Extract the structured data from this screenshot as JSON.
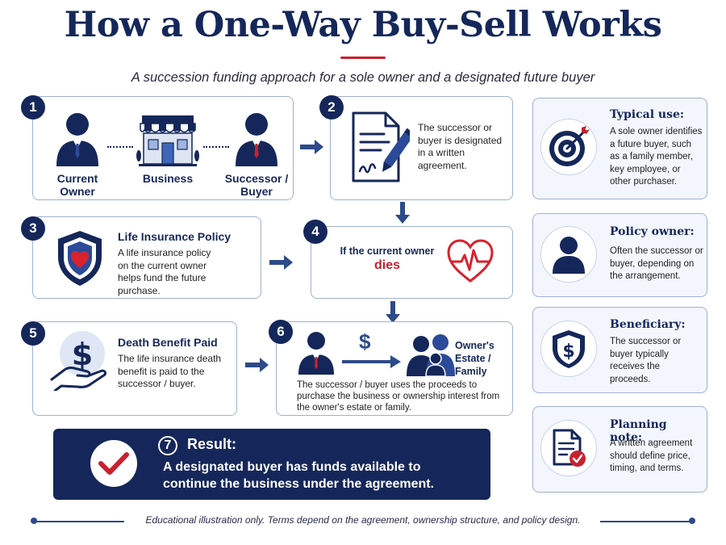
{
  "title": "How a One-Way Buy-Sell Works",
  "subtitle": "A succession funding approach for a sole owner and a designated future buyer",
  "steps": {
    "s1": {
      "number": "1",
      "owner_label": "Current Owner",
      "business_label": "Business",
      "buyer_label": "Successor / Buyer"
    },
    "s2": {
      "number": "2",
      "text": "The successor or buyer is designated in a written agreement."
    },
    "s3": {
      "number": "3",
      "heading": "Life Insurance Policy",
      "text": "A life insurance policy on the current owner helps fund the future purchase."
    },
    "s4": {
      "number": "4",
      "text_a": "If the current owner",
      "text_b": "dies"
    },
    "s5": {
      "number": "5",
      "heading": "Death Benefit Paid",
      "text": "The life insurance death benefit is paid to the successor / buyer."
    },
    "s6": {
      "number": "6",
      "estate_label": "Owner's Estate / Family",
      "dollar": "$",
      "text": "The successor / buyer uses the proceeds to purchase the business or ownership interest from the owner's estate or family."
    }
  },
  "result": {
    "number": "7",
    "heading": "Result:",
    "text": "A designated buyer has funds available to continue the business under the agreement."
  },
  "sidebar": [
    {
      "title": "Typical use:",
      "text": "A sole owner identifies a future buyer, such as a family member, key employee, or other purchaser.",
      "icon": "target-icon"
    },
    {
      "title": "Policy owner:",
      "text": "Often the successor or buyer, depending on the arrangement.",
      "icon": "person-icon"
    },
    {
      "title": "Beneficiary:",
      "text": "The successor or buyer typically receives the proceeds.",
      "icon": "shield-dollar-icon"
    },
    {
      "title": "Planning note:",
      "text": "A written agreement should define price, timing, and terms.",
      "icon": "document-check-icon"
    }
  ],
  "footer": "Educational illustration only. Terms depend on the agreement, ownership structure, and policy design.",
  "colors": {
    "navy": "#15275a",
    "red": "#c8202f",
    "border": "#9fb0d3",
    "accent_blue": "#2d4a8a"
  }
}
